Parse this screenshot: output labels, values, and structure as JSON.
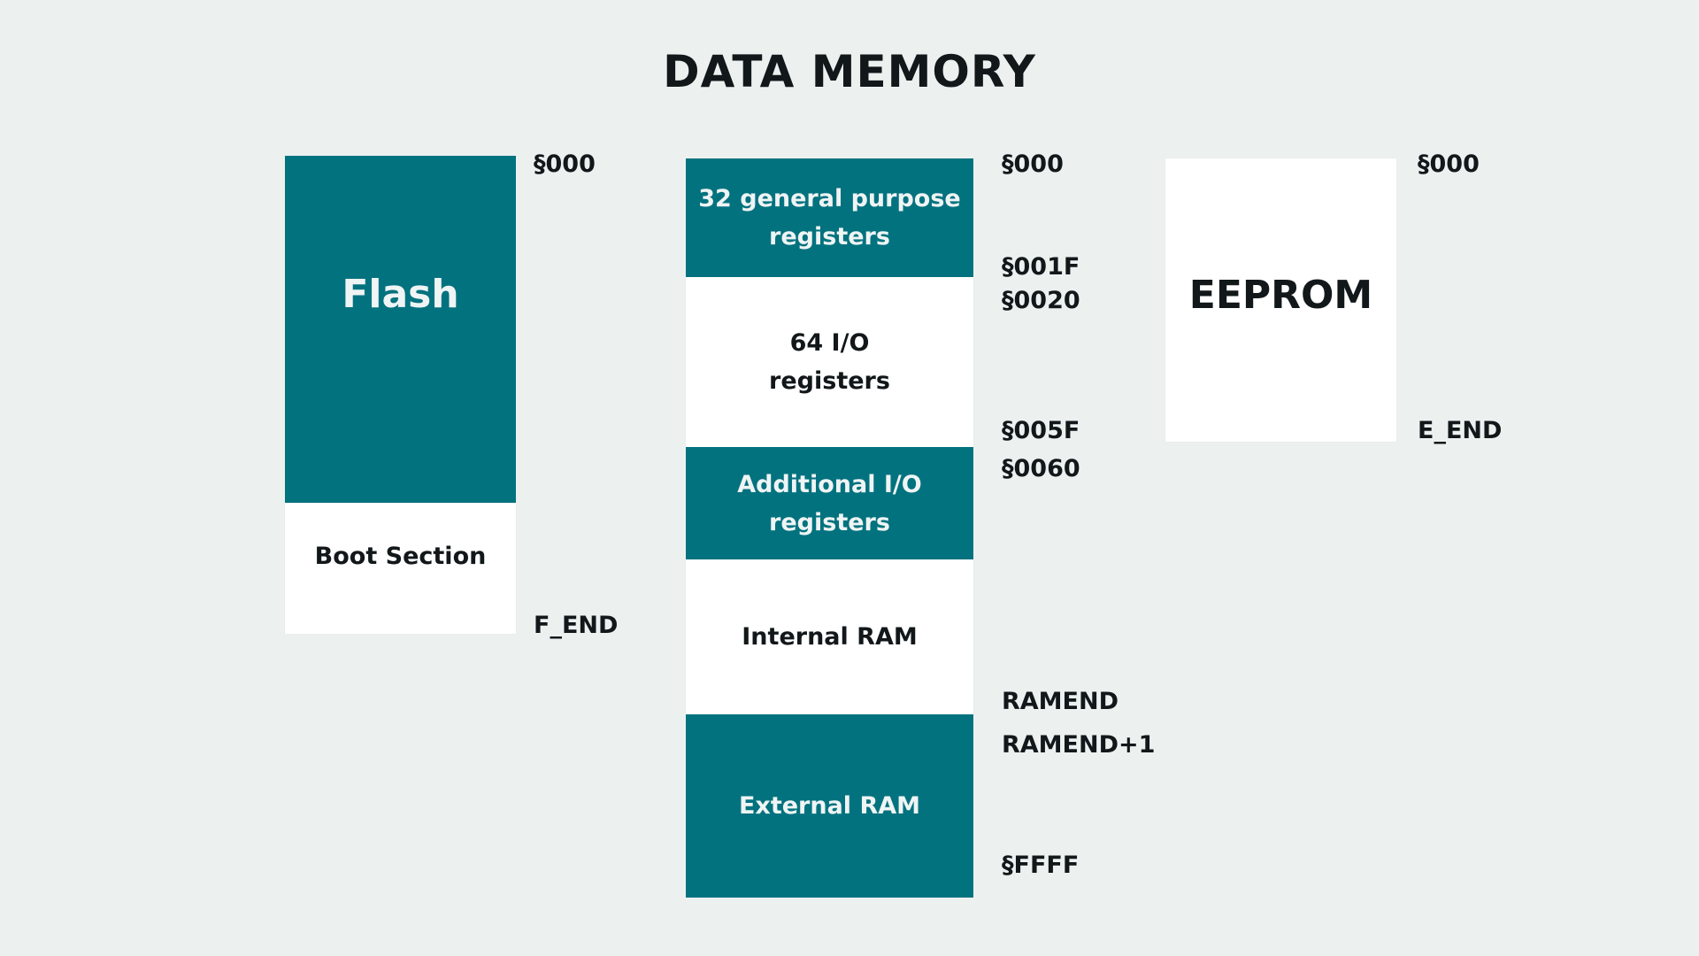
{
  "title": "DATA MEMORY",
  "colors": {
    "teal": "#03727F",
    "background": "#ECF1F0",
    "text_dark": "#12171A",
    "text_light": "#EFF4F4"
  },
  "flash_column": {
    "main_label": "Flash",
    "boot_label": "Boot Section",
    "address_top": "§000",
    "address_bottom": "F_END"
  },
  "middle_column": {
    "blocks": [
      {
        "line1": "32 general purpose",
        "line2": "registers"
      },
      {
        "line1": "64 I/O",
        "line2": "registers"
      },
      {
        "line1": "Additional I/O",
        "line2": "registers"
      },
      {
        "line1": "Internal RAM"
      },
      {
        "line1": "External RAM"
      }
    ],
    "addresses": [
      "§000",
      "§001F",
      "§0020",
      "§005F",
      "§0060",
      "RAMEND",
      "RAMEND+1",
      "§FFFF"
    ]
  },
  "eeprom_column": {
    "main_label": "EEPROM",
    "address_top": "§000",
    "address_bottom": "E_END"
  }
}
